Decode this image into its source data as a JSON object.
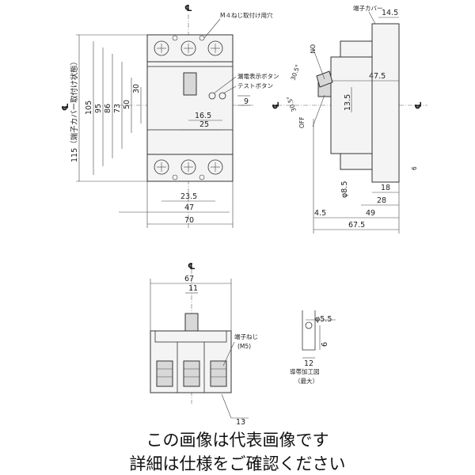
{
  "labels": {
    "centerline": "℄",
    "m4_hole": "M４ねじ取付け用穴",
    "leak_button": "漏電表示ボタン",
    "test_button": "テストボタン",
    "terminal_cover": "端子カバー",
    "terminal_screw": "端子ねじ",
    "screw_size": "(M5)",
    "on": "ON",
    "off": "OFF",
    "conductor_1": "導帯加工図",
    "conductor_2": "（最大）",
    "with_cover": "115（端子カバー取付け状態）"
  },
  "dims": {
    "d105": "105",
    "d95": "95",
    "d86": "86",
    "d73": "73",
    "d50": "50",
    "d30": "30",
    "d9": "9",
    "d16_5": "16.5",
    "d25": "25",
    "d23_5": "23.5",
    "d47": "47",
    "d70": "70",
    "d14_5": "14.5",
    "d47_5": "47.5",
    "d13_5": "13.5",
    "d30_5a": "30.5°",
    "d30_5b": "30.5°",
    "phi8_5": "φ8.5",
    "d18": "18",
    "d28": "28",
    "d4_5": "4.5",
    "d49": "49",
    "d67_5": "67.5",
    "d6": "6",
    "d67": "67",
    "d11": "11",
    "d13": "13",
    "phi5_5": "φ5.5",
    "d12": "12",
    "d6b": "6"
  },
  "caption": {
    "line1": "この画像は代表画像です",
    "line2": "詳細は仕様をご確認ください"
  }
}
